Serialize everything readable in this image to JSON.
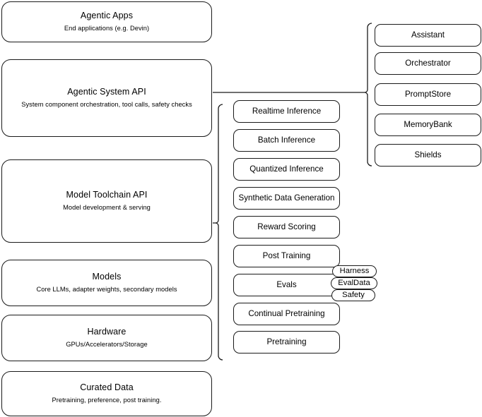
{
  "diagram": {
    "type": "layered-stack-architecture",
    "layers": [
      {
        "title": "Agentic Apps",
        "subtitle": "End applications (e.g. Devin)"
      },
      {
        "title": "Agentic System API",
        "subtitle": "System component orchestration, tool calls, safety checks"
      },
      {
        "title": "Model Toolchain API",
        "subtitle": "Model development & serving"
      },
      {
        "title": "Models",
        "subtitle": "Core LLMs, adapter weights, secondary models"
      },
      {
        "title": "Hardware",
        "subtitle": "GPUs/Accelerators/Storage"
      },
      {
        "title": "Curated Data",
        "subtitle": "Pretraining, preference, post training."
      }
    ],
    "agentic_system_components": [
      {
        "label": "Assistant"
      },
      {
        "label": "Orchestrator"
      },
      {
        "label": "PromptStore"
      },
      {
        "label": "MemoryBank"
      },
      {
        "label": "Shields"
      }
    ],
    "model_toolchain_components": [
      {
        "label": "Realtime Inference"
      },
      {
        "label": "Batch Inference"
      },
      {
        "label": "Quantized Inference"
      },
      {
        "label": "Synthetic Data Generation"
      },
      {
        "label": "Reward Scoring"
      },
      {
        "label": "Post Training"
      },
      {
        "label": "Evals"
      },
      {
        "label": "Continual Pretraining"
      },
      {
        "label": "Pretraining"
      }
    ],
    "evals_tags": [
      {
        "label": "Harness"
      },
      {
        "label": "EvalData"
      },
      {
        "label": "Safety"
      }
    ],
    "colors": {
      "stroke": "#1a1a1a",
      "fill": "#ffffff",
      "text": "#000000"
    }
  }
}
